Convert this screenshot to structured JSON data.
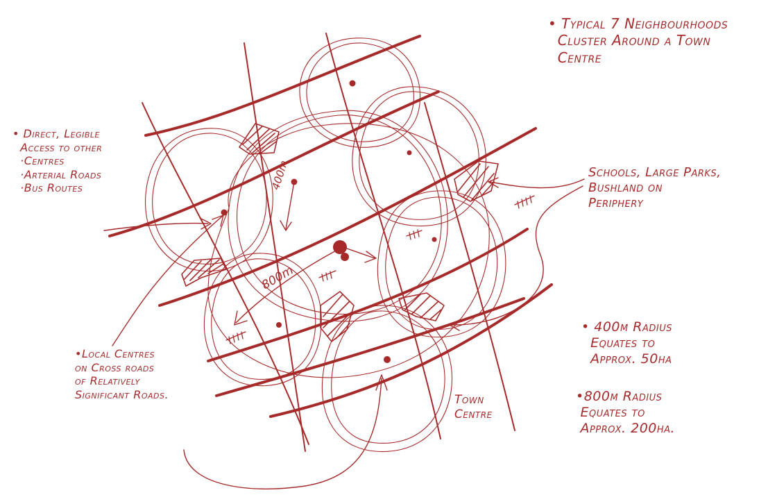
{
  "colors": {
    "ink": "#a62a2a",
    "background": "#ffffff"
  },
  "annotations": {
    "typical": "• Typical 7 Neighbourhoods\n  Cluster Around a Town\n  Centre",
    "direct_access": "• Direct, Legible\n  Access to other\n  ·Centres\n  ·Arterial Roads\n  ·Bus Routes",
    "schools": "Schools, Large Parks,\nBushland on\nPeriphery",
    "local_centres": "•Local Centres\non Cross roads\nof Relatively\nSignificant Roads.",
    "town_centre": "Town\nCentre",
    "radius_400": "• 400m Radius\n  Equates to\n  Approx. 50ha",
    "radius_800": "•800m Radius\n Equates to\n Approx. 200ha."
  },
  "measurements": {
    "r400": "400m",
    "r800": "800m"
  }
}
